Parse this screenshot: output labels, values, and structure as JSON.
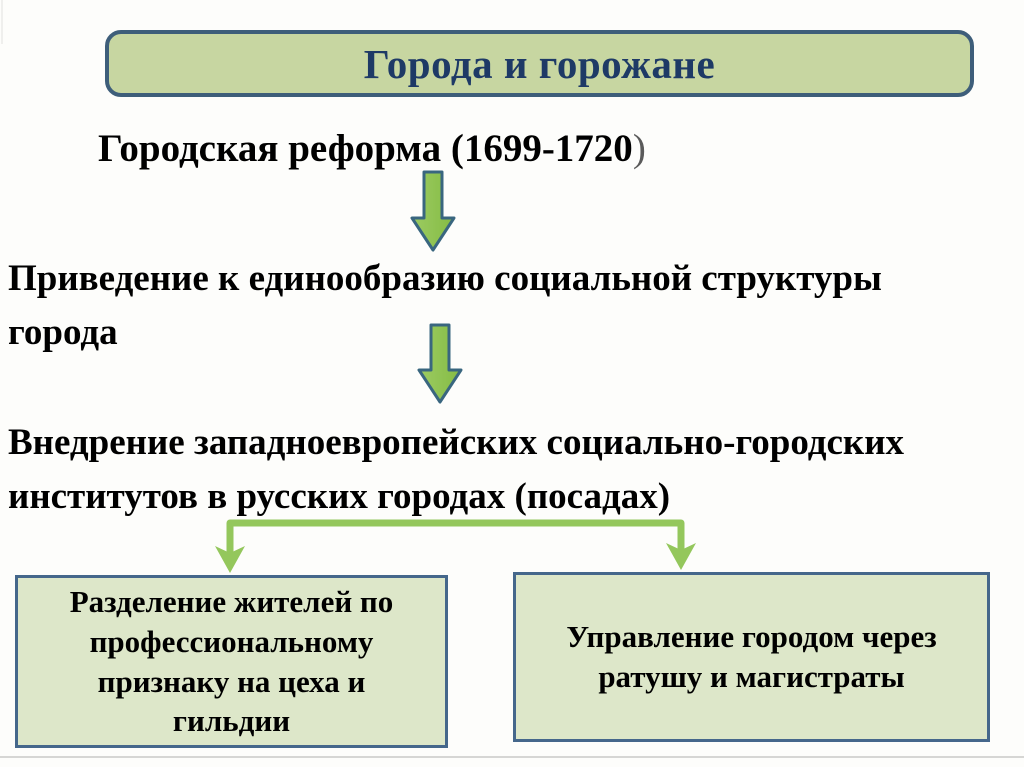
{
  "slide": {
    "title": {
      "text": "Города и горожане"
    },
    "reform": {
      "text_main": "Городская реформа (1699-1720",
      "closing_paren": ")"
    },
    "flow": {
      "step1": {
        "lines": [
          "Приведение к единообразию социальной структуры",
          "города"
        ]
      },
      "step2": {
        "lines": [
          "Внедрение западноевропейских социально-городских",
          "институтов в русских городах (посадах)"
        ]
      }
    },
    "outcomes": {
      "left": {
        "lines": [
          "Разделение жителей по",
          "профессиональному",
          "признаку на цеха и",
          "гильдии"
        ]
      },
      "right": {
        "lines": [
          "Управление городом через",
          "ратушу и магистраты"
        ]
      }
    },
    "icons": {
      "down_arrow_1": "down-block-arrow",
      "down_arrow_2": "down-block-arrow",
      "branch": "branch-connector-two-arrows"
    },
    "colors": {
      "background": "#fdfdfb",
      "title_box_fill": "#c7d6a1",
      "title_box_border": "#3e5e7a",
      "title_text": "#1e3a66",
      "body_text": "#000000",
      "arrow_fill": "#8fc350",
      "arrow_border": "#39667f",
      "connector_green": "#94c75c",
      "outcome_box_fill": "#dde7c9",
      "outcome_box_border": "#45678b",
      "divider_gray": "#d6d6d4"
    }
  }
}
